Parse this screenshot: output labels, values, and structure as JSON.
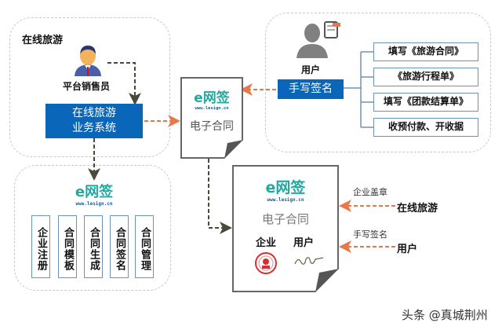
{
  "left_top_region": {
    "title": "在线旅游",
    "actor_label": "平台销售员",
    "system_box": {
      "line1": "在线旅游",
      "line2": "业务系统"
    }
  },
  "center_doc": {
    "logo_text": "e网签",
    "logo_url": "www.lesign.cn",
    "title": "电子合同"
  },
  "right_top_region": {
    "actor_label": "用户",
    "action_button": "手写签名",
    "steps": [
      "填写《旅游合同》",
      "《旅游行程单》",
      "填写《团款结算单》",
      "收预付款、开收据"
    ]
  },
  "left_bottom_region": {
    "logo_text": "e网签",
    "logo_url": "www.lesign.cn",
    "features": [
      "企业注册",
      "合同模板",
      "合同生成",
      "合同签名",
      "合同管理"
    ]
  },
  "final_doc": {
    "logo_text": "e网签",
    "logo_url": "www.lesign.cn",
    "title": "电子合同",
    "party_enterprise": "企业",
    "party_user": "用户"
  },
  "annotations": [
    {
      "caption": "企业盖章",
      "source": "在线旅游"
    },
    {
      "caption": "手写签名",
      "source": "用户"
    }
  ],
  "watermark": "头条 @真城荆州",
  "colors": {
    "primary_blue": "#0a66b8",
    "logo_teal": "#21a9a0",
    "arrow_orange": "#e8774a",
    "arrow_dark": "#4a4a3a"
  }
}
